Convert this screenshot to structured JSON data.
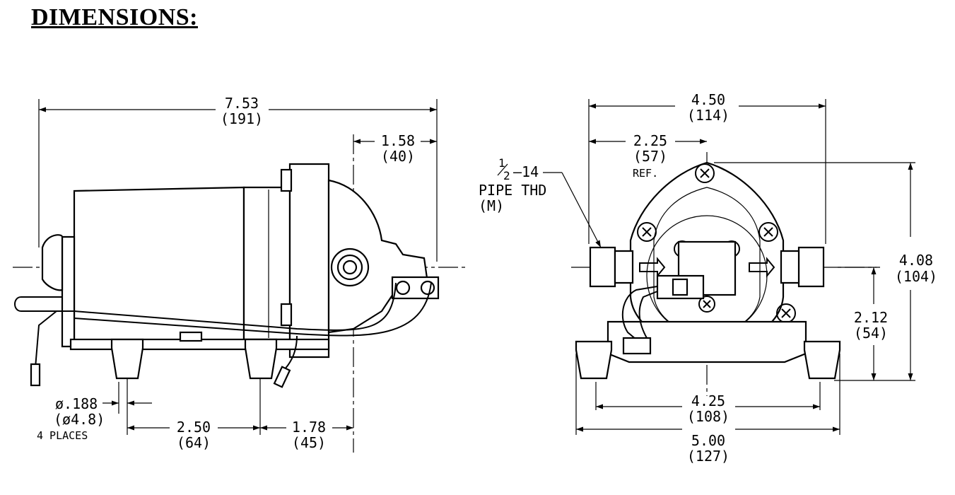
{
  "heading": "DIMENSIONS:",
  "side_view": {
    "overall_length": {
      "value": "7.53",
      "metric": "(191)"
    },
    "outlet_offset": {
      "value": "1.58",
      "metric": "(40)"
    },
    "mount_hole_dia": {
      "value": "ø.188",
      "metric": "(ø4.8)",
      "note": "4 PLACES"
    },
    "foot_spacing": {
      "value": "2.50",
      "metric": "(64)"
    },
    "foot_to_outlet": {
      "value": "1.78",
      "metric": "(45)"
    }
  },
  "front_view": {
    "port_width": {
      "value": "4.50",
      "metric": "(114)"
    },
    "half_width": {
      "value": "2.25",
      "metric": "(57)",
      "note": "REF."
    },
    "pipe_thread": {
      "frac_num": "1",
      "frac_den": "2",
      "suffix": "–14",
      "line2": "PIPE THD",
      "line3": "(M)"
    },
    "overall_height": {
      "value": "4.08",
      "metric": "(104)"
    },
    "port_height": {
      "value": "2.12",
      "metric": "(54)"
    },
    "foot_spacing": {
      "value": "4.25",
      "metric": "(108)"
    },
    "base_width": {
      "value": "5.00",
      "metric": "(127)"
    }
  }
}
